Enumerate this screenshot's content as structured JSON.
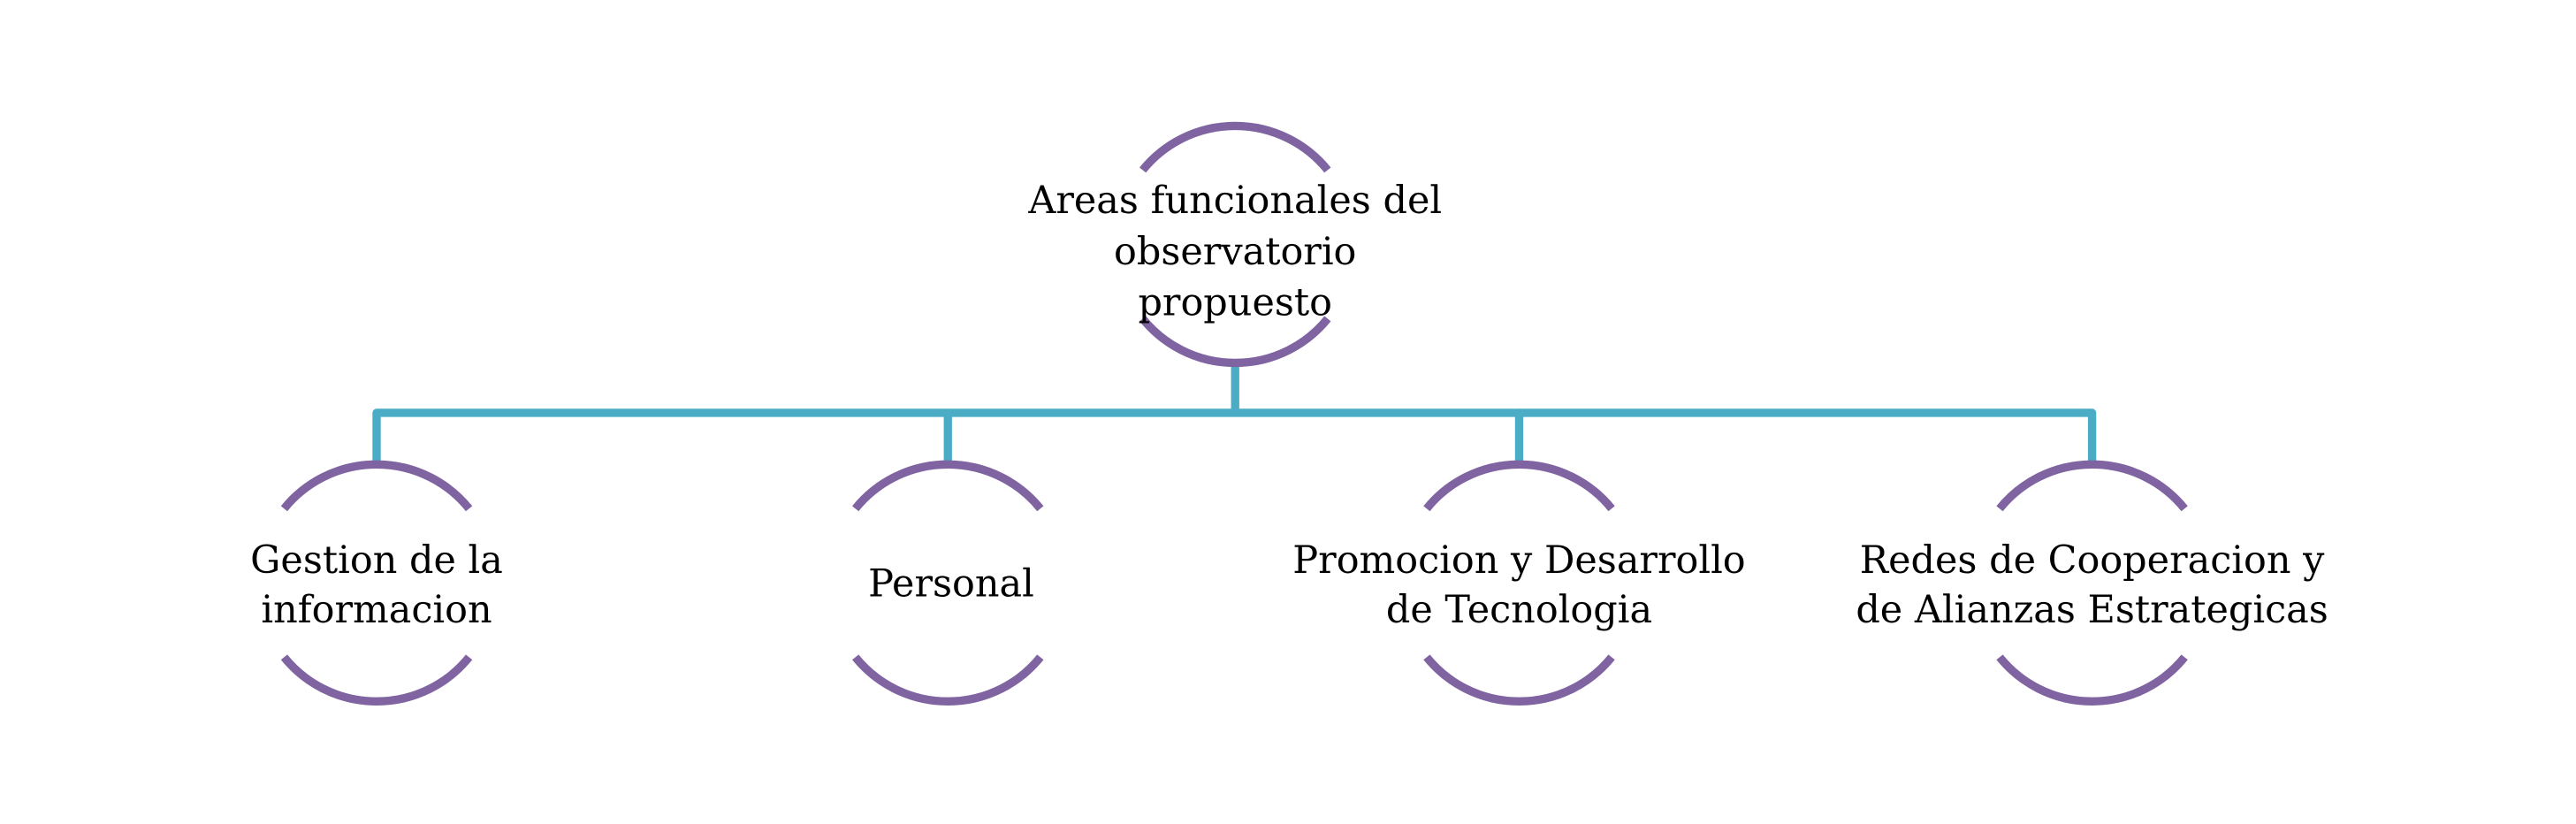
{
  "colors": {
    "node_arc": "#8064A2",
    "connector": "#4BACC6"
  },
  "root": {
    "lines": [
      "Areas funcionales del",
      "observatorio",
      "propuesto"
    ]
  },
  "children": [
    {
      "lines": [
        "Gestion de la",
        "informacion"
      ]
    },
    {
      "lines": [
        "Personal"
      ]
    },
    {
      "lines": [
        "Promocion y Desarrollo",
        "de Tecnologia"
      ]
    },
    {
      "lines": [
        "Redes de Cooperacion y",
        "de Alianzas Estrategicas"
      ]
    }
  ]
}
